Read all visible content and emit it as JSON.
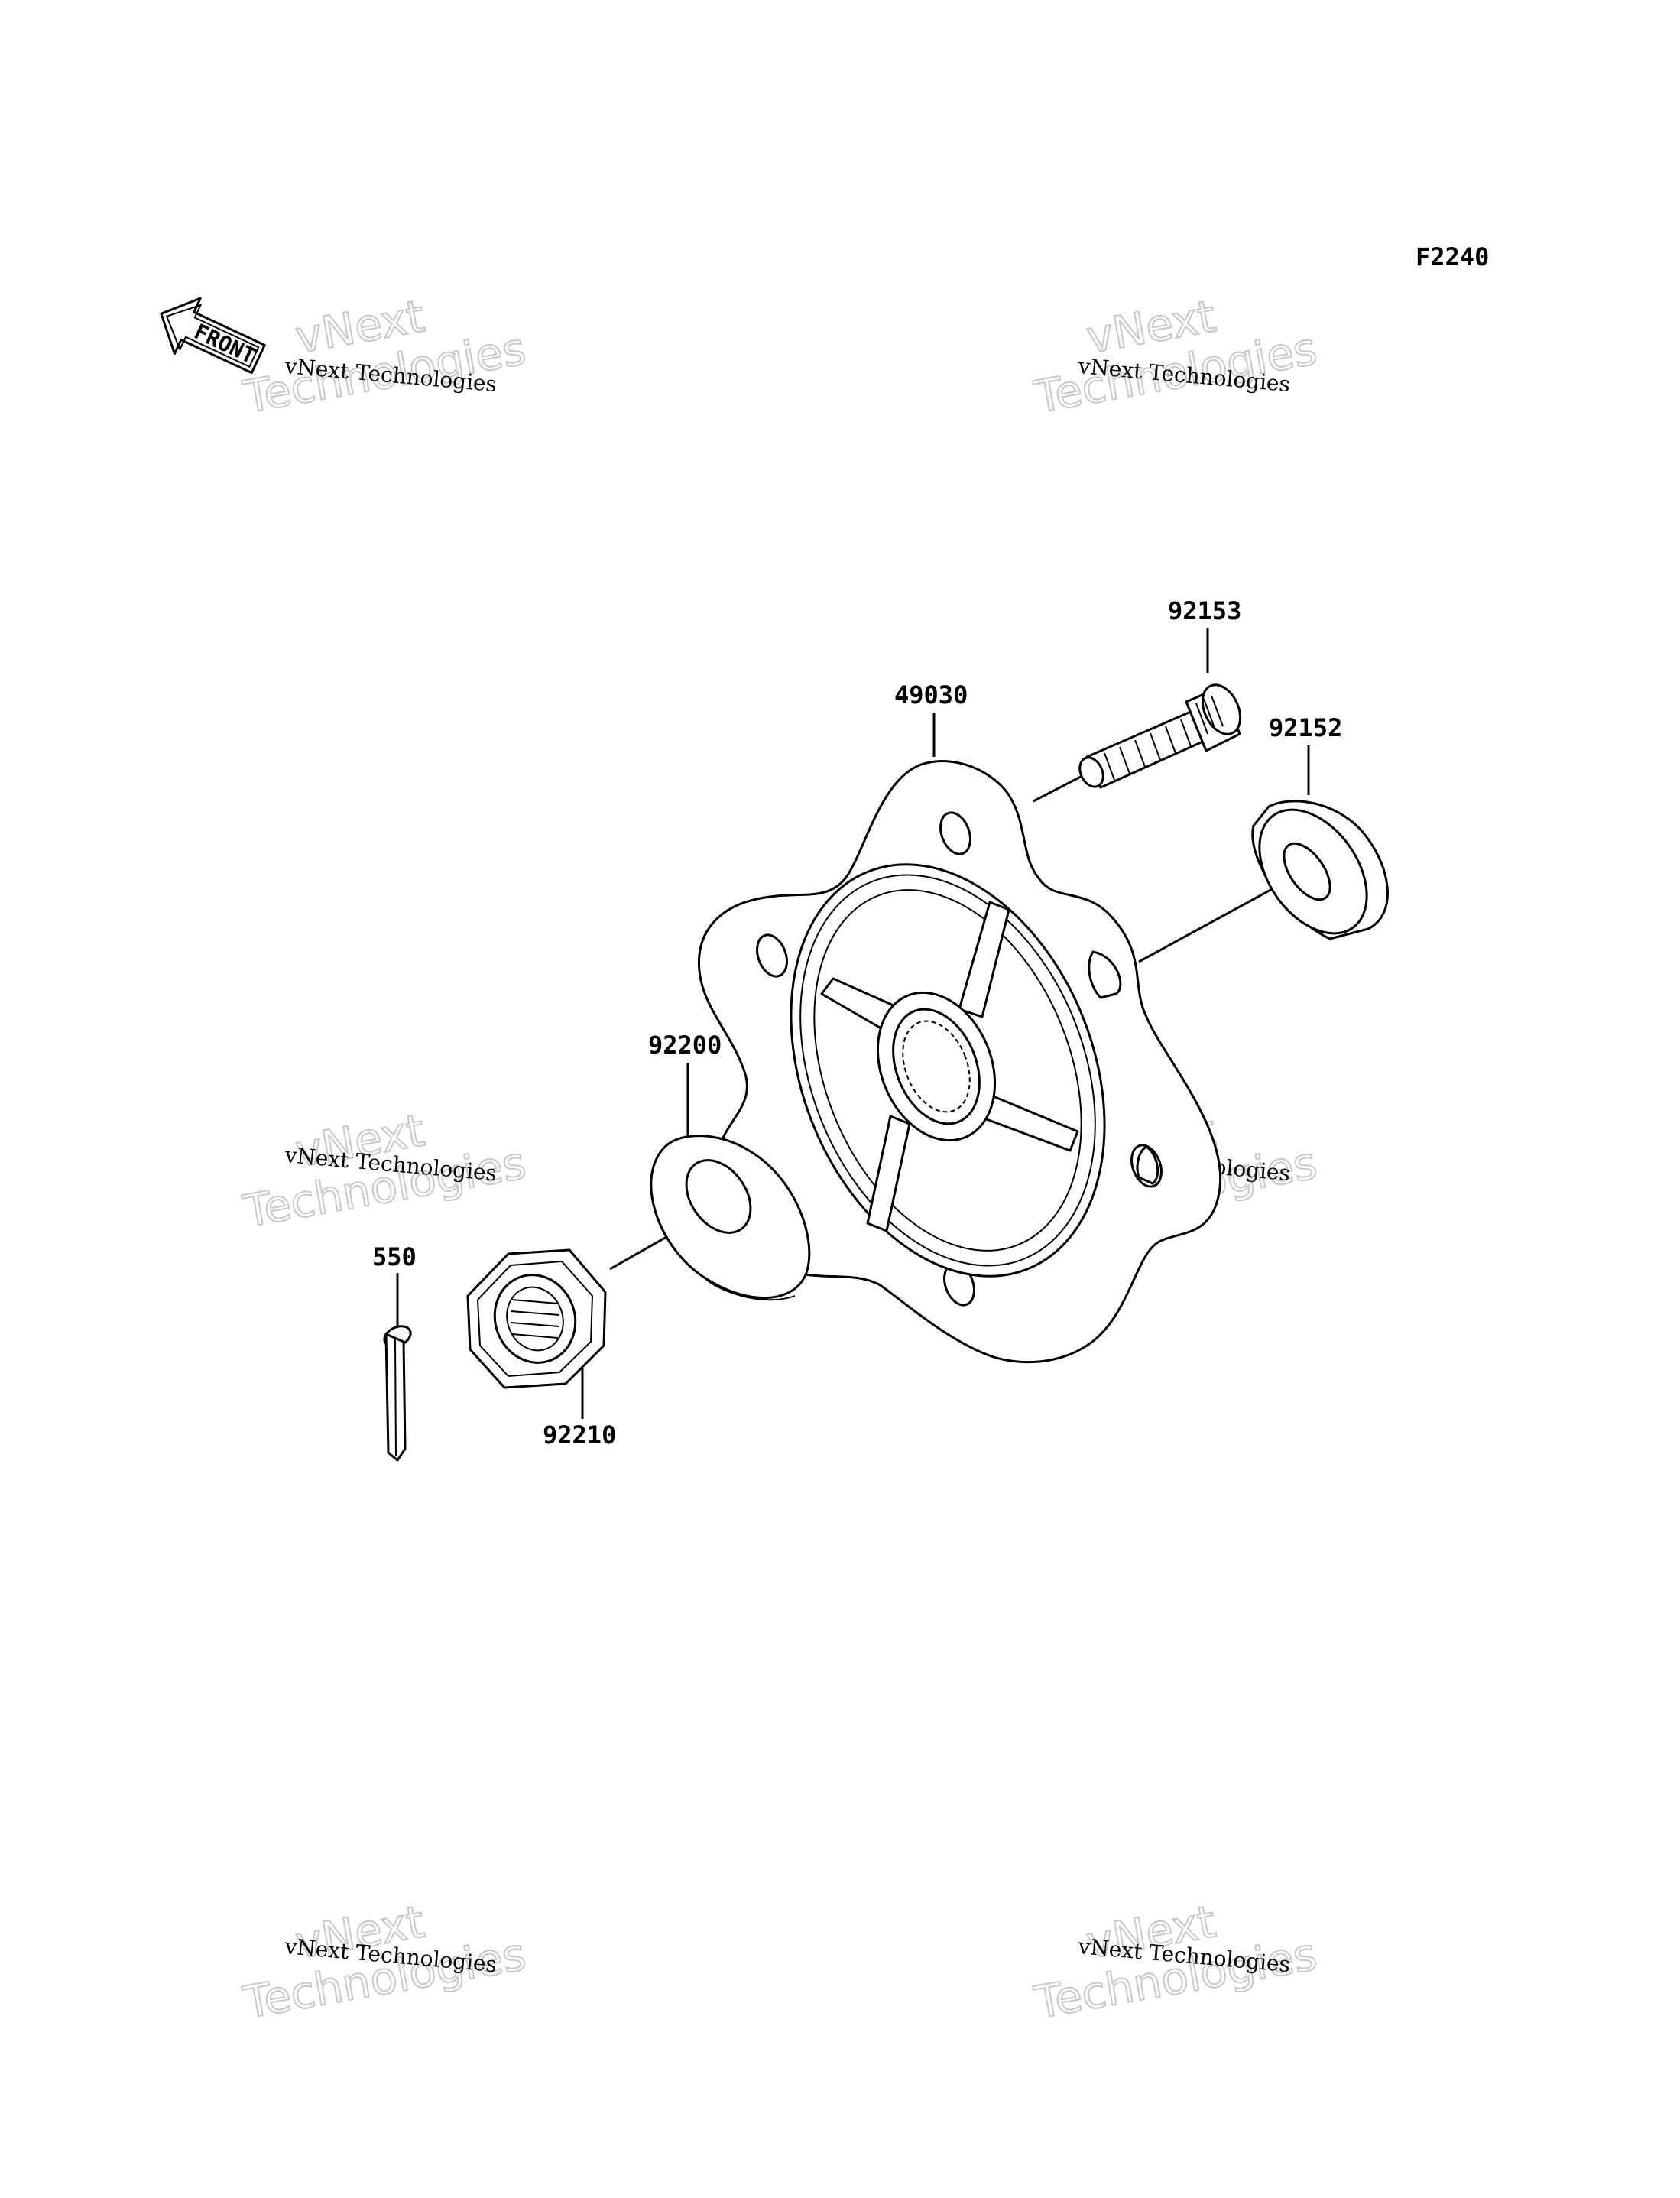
{
  "figure_code": "F2240",
  "front_arrow": {
    "text": "FRONT",
    "icon": "front-arrow-icon"
  },
  "watermark": {
    "line1": "vNext Technologies",
    "big_line1": "vNext",
    "big_line2": "Technologies"
  },
  "parts": [
    {
      "id": "92153",
      "icon": "stud-bolt-icon"
    },
    {
      "id": "49030",
      "icon": "wheel-hub-icon"
    },
    {
      "id": "92152",
      "icon": "oil-seal-icon"
    },
    {
      "id": "92200",
      "icon": "washer-icon"
    },
    {
      "id": "550",
      "icon": "cotter-pin-icon"
    },
    {
      "id": "92210",
      "icon": "castle-nut-icon"
    }
  ]
}
